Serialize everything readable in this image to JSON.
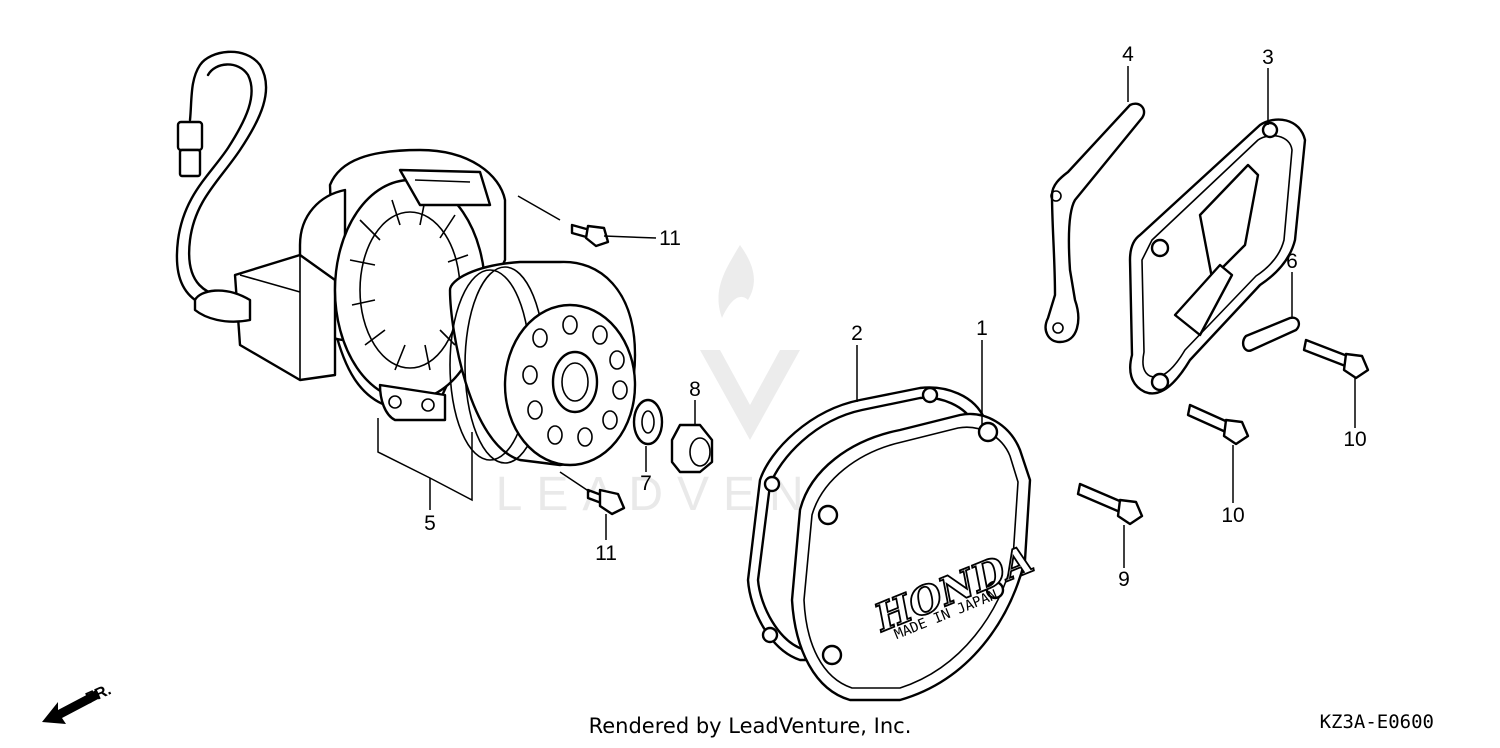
{
  "watermark": {
    "text": "LEADVENTURE"
  },
  "parts": {
    "cover_brand": "HONDA",
    "cover_subtext": "MADE IN JAPAN"
  },
  "callouts": [
    {
      "id": "c1",
      "label": "1"
    },
    {
      "id": "c2",
      "label": "2"
    },
    {
      "id": "c3",
      "label": "3"
    },
    {
      "id": "c4",
      "label": "4"
    },
    {
      "id": "c5",
      "label": "5"
    },
    {
      "id": "c6",
      "label": "6"
    },
    {
      "id": "c7",
      "label": "7"
    },
    {
      "id": "c8",
      "label": "8"
    },
    {
      "id": "c9",
      "label": "9"
    },
    {
      "id": "c10a",
      "label": "10"
    },
    {
      "id": "c10b",
      "label": "10"
    },
    {
      "id": "c11a",
      "label": "11"
    },
    {
      "id": "c11b",
      "label": "11"
    }
  ],
  "front_indicator": "FR.",
  "footer": {
    "rendered_by": "Rendered by LeadVenture, Inc.",
    "diagram_code": "KZ3A-E0600"
  }
}
